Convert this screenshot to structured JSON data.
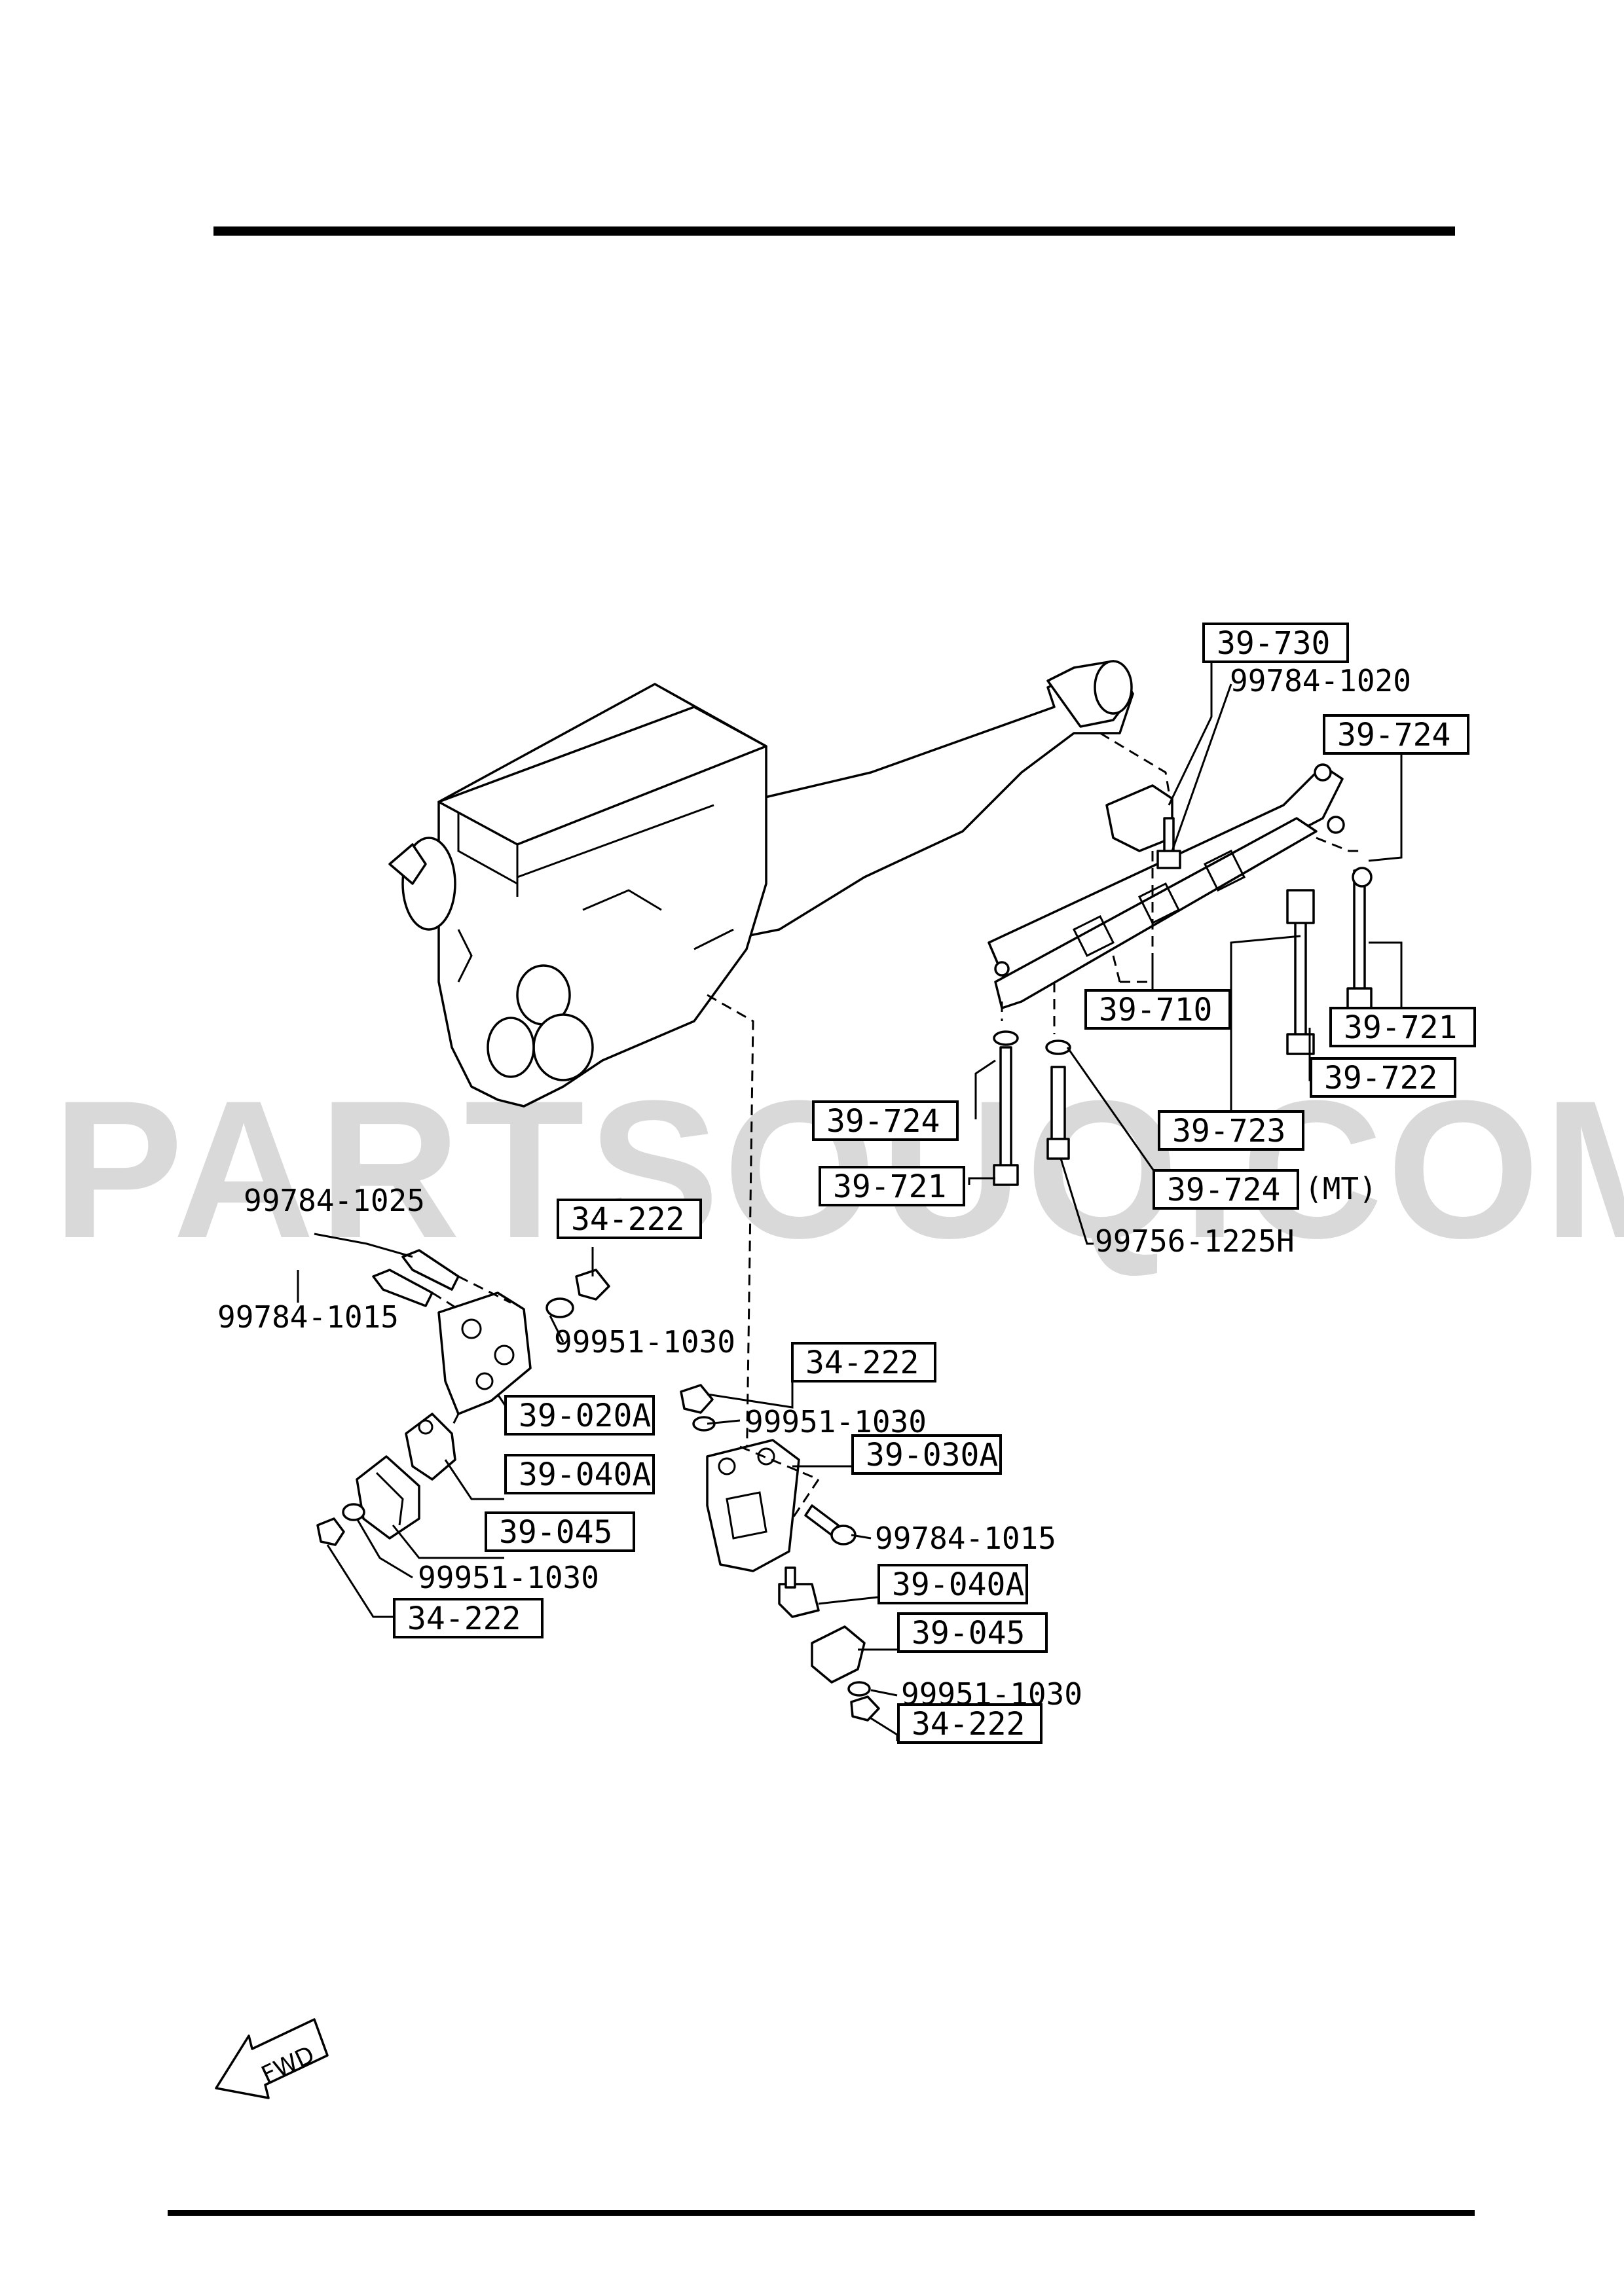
{
  "watermark": "PARTSOUQ.COM",
  "fwd_label": "FWD",
  "callouts": {
    "c39_730": "39-730",
    "c99784_1020": "99784-1020",
    "c39_724_top": "39-724",
    "c39_710": "39-710",
    "c39_721_right": "39-721",
    "c39_722": "39-722",
    "c39_723": "39-723",
    "c39_724_mt": "39-724",
    "mt_note": "(MT)",
    "c39_724_left": "39-724",
    "c39_721_left": "39-721",
    "c99756_1225h": "99756-1225H",
    "c99784_1025": "99784-1025",
    "c99784_1015_left": "99784-1015",
    "c34_222_a": "34-222",
    "c99951_1030_a": "99951-1030",
    "c39_020a": "39-020A",
    "c39_040a_left": "39-040A",
    "c39_045_left": "39-045",
    "c99951_1030_b": "99951-1030",
    "c34_222_b": "34-222",
    "c34_222_c": "34-222",
    "c99951_1030_c": "99951-1030",
    "c39_030a": "39-030A",
    "c99784_1015_right": "99784-1015",
    "c39_040a_right": "39-040A",
    "c39_045_right": "39-045",
    "c99951_1030_d": "99951-1030",
    "c34_222_d": "34-222"
  }
}
